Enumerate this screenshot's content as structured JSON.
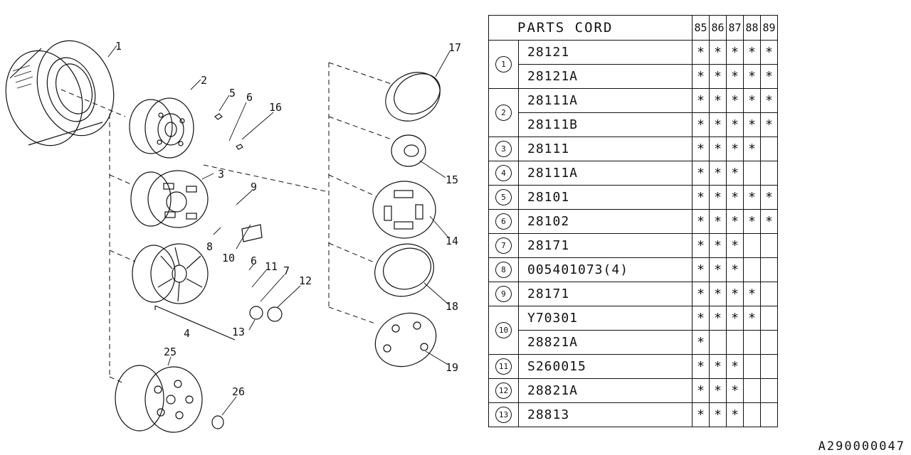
{
  "figure_id": "A290000047",
  "table": {
    "title": "PARTS CORD",
    "years": [
      "85",
      "86",
      "87",
      "88",
      "89"
    ],
    "groups": [
      {
        "ref": "1",
        "rows": [
          {
            "code": "28121",
            "marks": [
              "*",
              "*",
              "*",
              "*",
              "*"
            ]
          },
          {
            "code": "28121A",
            "marks": [
              "*",
              "*",
              "*",
              "*",
              "*"
            ]
          }
        ]
      },
      {
        "ref": "2",
        "rows": [
          {
            "code": "28111A",
            "marks": [
              "*",
              "*",
              "*",
              "*",
              "*"
            ]
          },
          {
            "code": "28111B",
            "marks": [
              "*",
              "*",
              "*",
              "*",
              "*"
            ]
          }
        ]
      },
      {
        "ref": "3",
        "rows": [
          {
            "code": "28111",
            "marks": [
              "*",
              "*",
              "*",
              "*",
              ""
            ]
          }
        ]
      },
      {
        "ref": "4",
        "rows": [
          {
            "code": "28111A",
            "marks": [
              "*",
              "*",
              "*",
              "",
              ""
            ]
          }
        ]
      },
      {
        "ref": "5",
        "rows": [
          {
            "code": "28101",
            "marks": [
              "*",
              "*",
              "*",
              "*",
              "*"
            ]
          }
        ]
      },
      {
        "ref": "6",
        "rows": [
          {
            "code": "28102",
            "marks": [
              "*",
              "*",
              "*",
              "*",
              "*"
            ]
          }
        ]
      },
      {
        "ref": "7",
        "rows": [
          {
            "code": "28171",
            "marks": [
              "*",
              "*",
              "*",
              "",
              ""
            ]
          }
        ]
      },
      {
        "ref": "8",
        "rows": [
          {
            "code": "005401073(4)",
            "marks": [
              "*",
              "*",
              "*",
              "",
              ""
            ]
          }
        ]
      },
      {
        "ref": "9",
        "rows": [
          {
            "code": "28171",
            "marks": [
              "*",
              "*",
              "*",
              "*",
              ""
            ]
          }
        ]
      },
      {
        "ref": "10",
        "rows": [
          {
            "code": "Y70301",
            "marks": [
              "*",
              "*",
              "*",
              "*",
              ""
            ]
          },
          {
            "code": "28821A",
            "marks": [
              "*",
              "",
              "",
              "",
              ""
            ]
          }
        ]
      },
      {
        "ref": "11",
        "rows": [
          {
            "code": "S260015",
            "marks": [
              "*",
              "*",
              "*",
              "",
              ""
            ]
          }
        ]
      },
      {
        "ref": "12",
        "rows": [
          {
            "code": "28821A",
            "marks": [
              "*",
              "*",
              "*",
              "",
              ""
            ]
          }
        ]
      },
      {
        "ref": "13",
        "rows": [
          {
            "code": "28813",
            "marks": [
              "*",
              "*",
              "*",
              "",
              ""
            ]
          }
        ]
      }
    ]
  },
  "callouts": [
    "1",
    "2",
    "3",
    "4",
    "5",
    "6",
    "6",
    "7",
    "8",
    "9",
    "10",
    "11",
    "12",
    "13",
    "14",
    "15",
    "16",
    "17",
    "18",
    "19",
    "25",
    "26"
  ]
}
